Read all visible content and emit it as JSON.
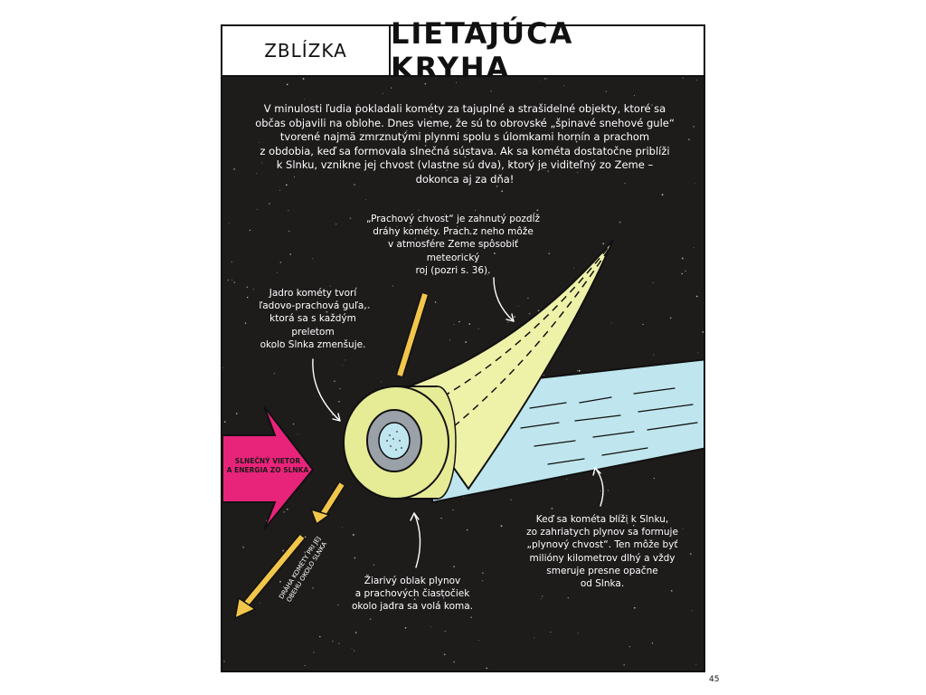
{
  "header": {
    "section_label": "ZBLÍZKA",
    "title": "LIETAJÚCA KRYHA"
  },
  "intro_text": "V minulosti ľudia pokladali kométy za tajuplné a strašidelné objekty, ktoré sa\nobčas objavili na oblohe. Dnes vieme, že sú to obrovské „špinavé snehové gule“\ntvorené najmä zmrznutými plynmi spolu s úlomkami hornín a prachom\nz obdobia, keď sa formovala slnečná sústava. Ak sa kométa dostatočne priblíži\nk Slnku, vznikne jej chvost (vlastne sú dva), ktorý je viditeľný zo Zeme –\ndokonca aj za dňa!",
  "annotations": {
    "dust_tail": "„Prachový chvost“ je zahnutý pozdĺž\ndráhy kométy. Prach z neho môže\nv atmosfére Zeme spôsobiť meteorický\nroj (pozri s. 36).",
    "nucleus": "Jadro kométy tvorí\nľadovo-prachová guľa,\nktorá sa s každým preletom\nokolo Slnka zmenšuje.",
    "coma": "Žiarivý oblak plynov\na prachových čiastočiek\nokolo jadra sa volá koma.",
    "gas_tail": "Keď sa kométa blíži k Slnku,\nzo zahriatych plynov sa formuje\n„plynový chvost“. Ten môže byť\nmilióny kilometrov dlhý a vždy\nsmeruje presne opačne\nod Slnka."
  },
  "solar_wind_label": "SLNEČNÝ VIETOR\nA ENERGIA ZO SLNKA",
  "orbit_label": "DRÁHA KOMÉTY PRI JEJ\nOBEHU OKOLO SLNKA",
  "page_number": "45",
  "colors": {
    "space": "#1e1b1b",
    "coma": "#e6eb96",
    "dust_tail": "#eef2a8",
    "gas_tail": "#bfe6ee",
    "solar_wind": "#e8237a",
    "orbit": "#f2c64a",
    "nucleus": "#9aa1a8"
  },
  "icons": [
    "solar-wind-arrow",
    "orbit-arrow",
    "comet-illustration"
  ]
}
